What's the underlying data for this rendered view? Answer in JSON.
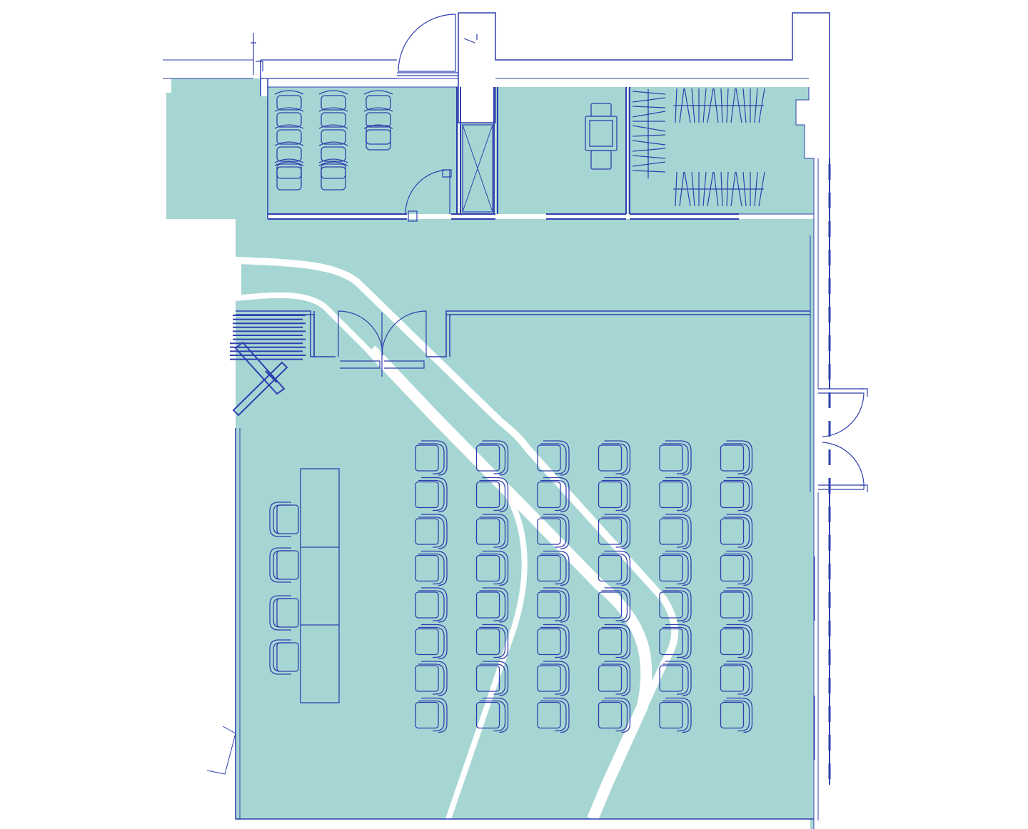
{
  "colors": {
    "floor": "#a6d6d3",
    "line": "#2f3fae",
    "path": "#ffffff",
    "background": "#ffffff"
  },
  "rooms": [
    {
      "name": "meeting-room",
      "chair_columns": 3,
      "chair_rows": 5
    },
    {
      "name": "elevator-shaft"
    },
    {
      "name": "treatment-room",
      "fixture": "reclining-chair"
    },
    {
      "name": "storage-room",
      "fixture": "hanging-rails"
    },
    {
      "name": "lecture-hall",
      "seat_columns": 6,
      "seat_rows": 8,
      "front_table_seats": 4
    }
  ],
  "icons": [
    "door-swing-icon",
    "double-door-icon",
    "chair-icon",
    "staircase-icon",
    "table-icon"
  ]
}
